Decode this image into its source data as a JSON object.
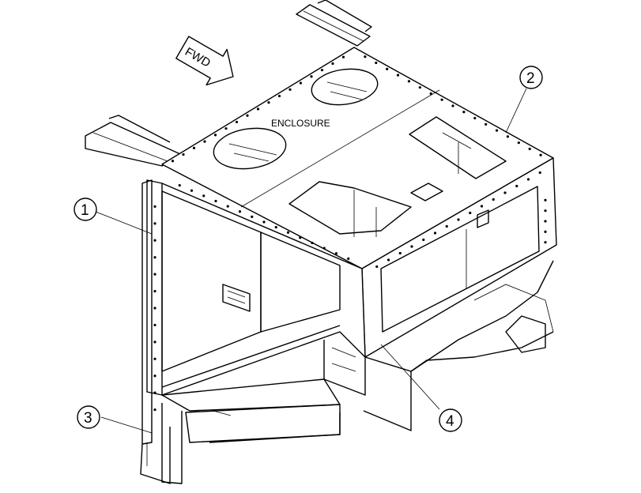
{
  "diagram": {
    "label": "ENCLOSURE",
    "fwd_label": "FWD",
    "callouts": [
      {
        "id": "1",
        "text": "1"
      },
      {
        "id": "2",
        "text": "2"
      },
      {
        "id": "3",
        "text": "3"
      },
      {
        "id": "4",
        "text": "4"
      }
    ]
  },
  "colors": {
    "line": "#000000",
    "background": "#ffffff"
  }
}
